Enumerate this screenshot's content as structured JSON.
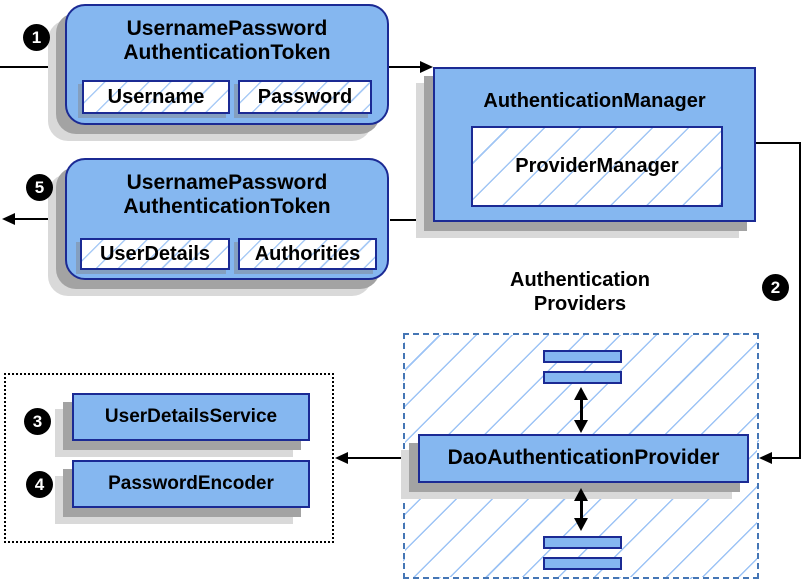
{
  "steps": {
    "one": "1",
    "two": "2",
    "three": "3",
    "four": "4",
    "five": "5"
  },
  "token_request": {
    "title_line1": "UsernamePassword",
    "title_line2": "AuthenticationToken",
    "fields": [
      "Username",
      "Password"
    ]
  },
  "token_response": {
    "title_line1": "UsernamePassword",
    "title_line2": "AuthenticationToken",
    "fields": [
      "UserDetails",
      "Authorities"
    ]
  },
  "authentication_manager": {
    "label": "AuthenticationManager",
    "inner_label": "ProviderManager"
  },
  "providers": {
    "heading_line1": "Authentication",
    "heading_line2": "Providers",
    "dao_label": "DaoAuthenticationProvider"
  },
  "services": {
    "user_details_service": "UserDetailsService",
    "password_encoder": "PasswordEncoder"
  },
  "colors": {
    "box_fill": "#85b7f0",
    "box_border": "#1b2a94",
    "hatch_line": "#a0c5f4",
    "dashed_border": "#4576b5",
    "dotted_border": "#000000",
    "shadow_dark": "#a3a3a3",
    "shadow_light": "#d9d9d9",
    "marker_background": "#000000",
    "marker_text": "#ffffff",
    "connector": "#000000"
  }
}
